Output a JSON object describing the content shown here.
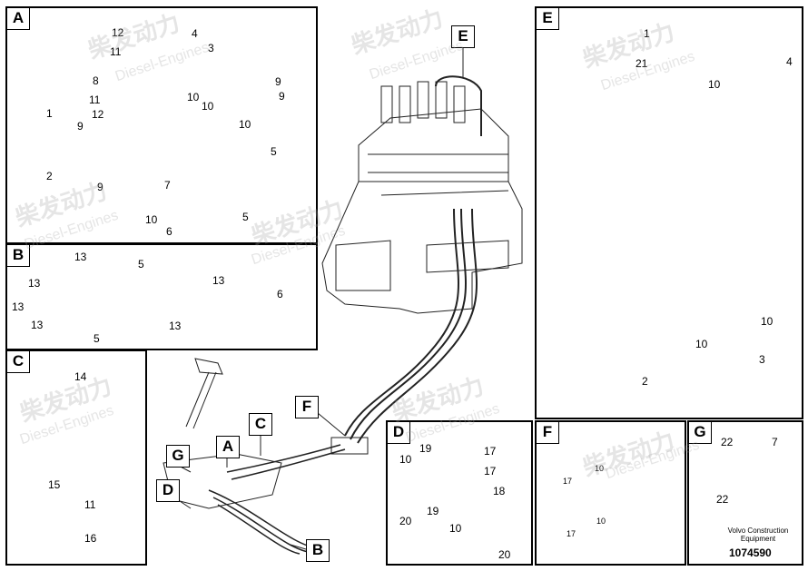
{
  "panels": {
    "A": "A",
    "B": "B",
    "C": "C",
    "D": "D",
    "E": "E",
    "F": "F",
    "G": "G"
  },
  "overview_tags": {
    "E": "E",
    "F": "F",
    "C": "C",
    "G": "G",
    "A": "A",
    "D": "D",
    "B": "B"
  },
  "labels_A": [
    "12",
    "11",
    "8",
    "11",
    "12",
    "4",
    "3",
    "9",
    "9",
    "10",
    "10",
    "10",
    "1",
    "9",
    "2",
    "9",
    "7",
    "5",
    "5",
    "10",
    "6"
  ],
  "labels_B": [
    "13",
    "5",
    "13",
    "13",
    "5",
    "13",
    "13",
    "6",
    "13"
  ],
  "labels_C": [
    "14",
    "15",
    "11",
    "16"
  ],
  "labels_D": [
    "19",
    "17",
    "10",
    "17",
    "19",
    "18",
    "20",
    "10",
    "20"
  ],
  "labels_E": [
    "1",
    "4",
    "21",
    "10",
    "10",
    "10",
    "3",
    "2"
  ],
  "labels_F": [
    "10",
    "17",
    "10",
    "17"
  ],
  "labels_G": [
    "22",
    "7",
    "22"
  ],
  "watermark": {
    "cn": "柴发动力",
    "en": "Diesel-Engines"
  },
  "caption": {
    "line1": "Volvo Construction",
    "line2": "Equipment",
    "part_number": "1074590"
  }
}
